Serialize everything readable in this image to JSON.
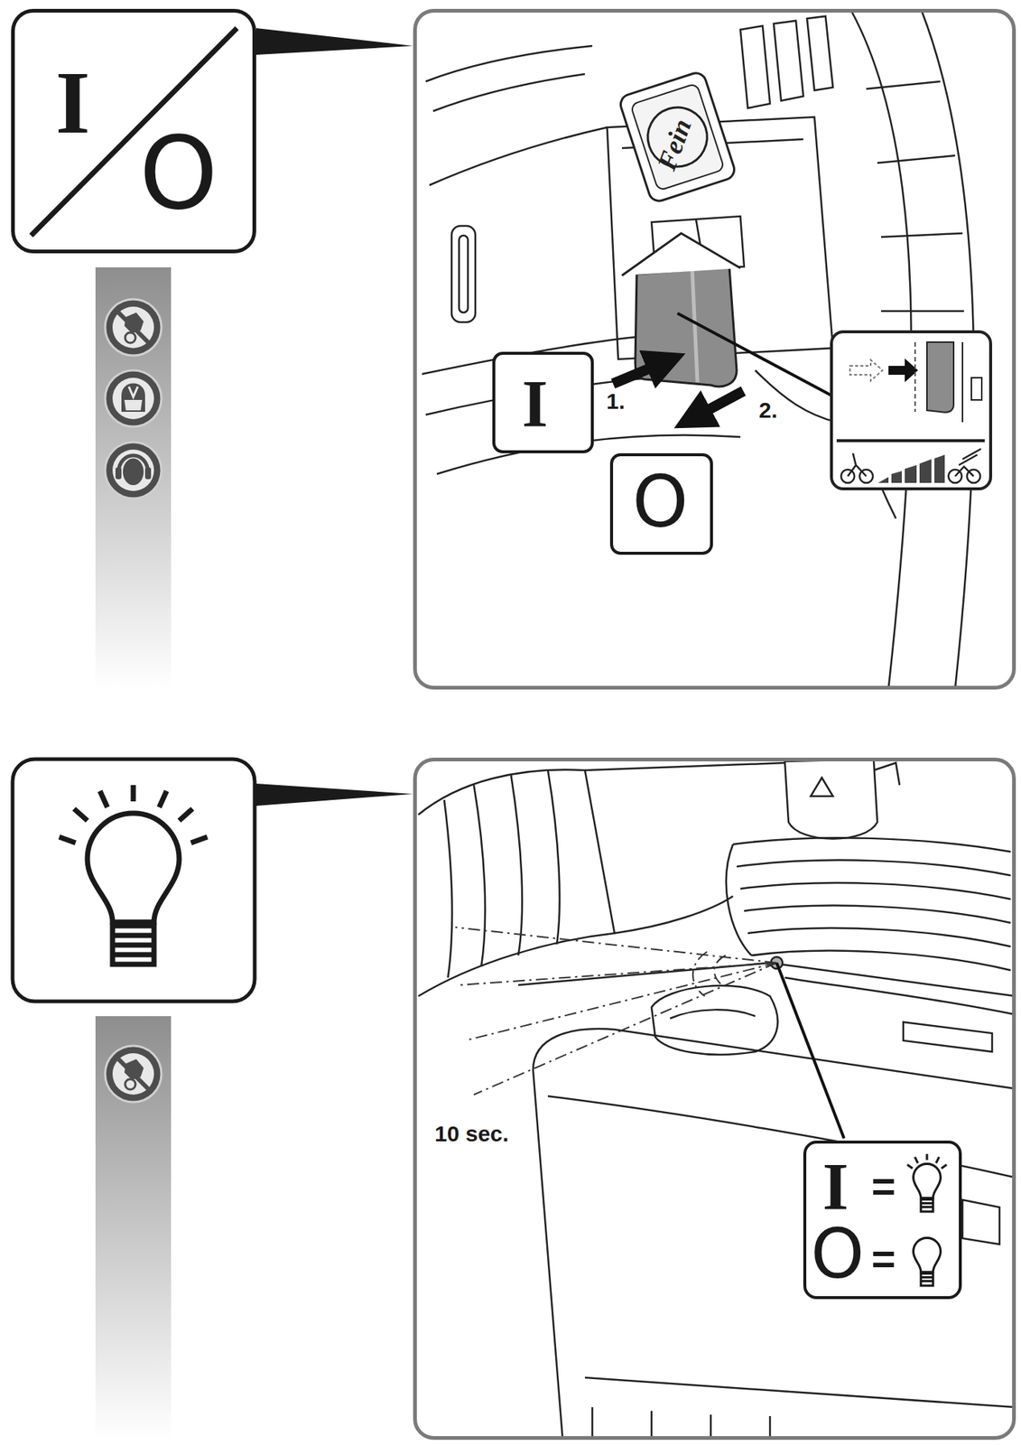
{
  "diagram": {
    "nodes": [
      {
        "text": [
          "I",
          "O"
        ]
      },
      {
        "text": [
          "1.",
          "2."
        ]
      },
      {
        "text": [
          "I"
        ],
        "in": 1
      },
      {
        "text": [
          "O"
        ],
        "in": 1
      },
      {
        "text": [
          "10 sec."
        ]
      },
      {
        "text": [
          "I",
          "=",
          "O",
          "="
        ],
        "in": 4
      }
    ],
    "edges": [
      {
        "from": 0,
        "to": 1,
        "arrow": "none"
      }
    ],
    "labels": [
      "Fein"
    ]
  }
}
